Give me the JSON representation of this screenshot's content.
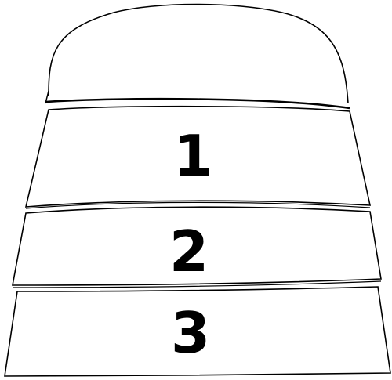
{
  "diagram": {
    "tiers": [
      {
        "label": "1"
      },
      {
        "label": "2"
      },
      {
        "label": "3"
      }
    ],
    "line_color": "#000000",
    "background_color": "#ffffff"
  }
}
